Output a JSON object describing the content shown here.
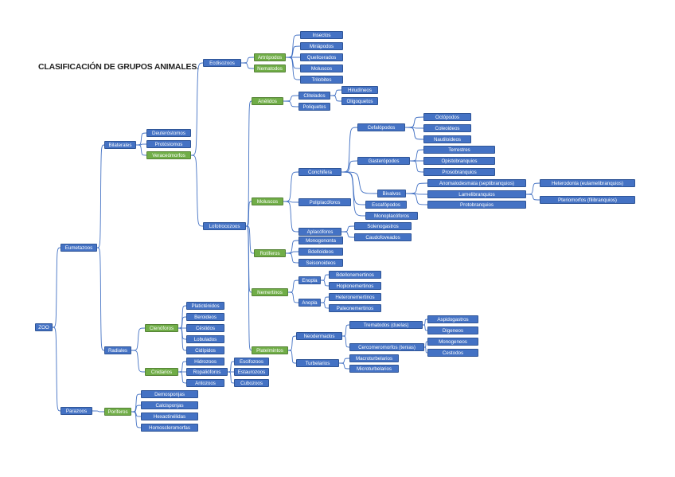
{
  "title": "CLASIFICACIÓN DE GRUPOS ANIMALES.",
  "colors": {
    "blue_node": "#4472c4",
    "green_node": "#70ad47",
    "connector": "#4472c4"
  },
  "nodes": {
    "zoo": "ZOO",
    "eumetazoos": "Eumetazoos",
    "parazoos": "Parazoos",
    "bilaterales": "Bilaterales",
    "radiales": "Radiales",
    "poriferos": "Poríferos",
    "deuterostomos": "Deuteróstomos",
    "protostomos": "Protóstomos",
    "verace": "Veraceómorfos",
    "ecdisozoos": "Ecdisozoos",
    "lofotrocozoos": "Lofotrocozoos",
    "artropodos": "Artrópodos",
    "nematodos": "Nematodos",
    "insectos": "Insectos",
    "miriapodos": "Miriápodos",
    "quelicerados": "Quelicerados",
    "moluscos_e": "Moluscos",
    "trilobites": "Trilobites",
    "anelidos": "Anélidos",
    "clitelados": "Clitelados",
    "poliquetos": "Poliquetos",
    "hirudineos": "Hirudíneos",
    "oligoquetos": "Oligoquetos",
    "moluscos": "Moluscos",
    "conchifera": "Conchifera",
    "poliplacoforos": "Poliplacóforos",
    "aplacoforos": "Aplacóforos",
    "cefalopodos": "Cefalópodos",
    "gasteropodos": "Gasterópodos",
    "bivalvos": "Bivalvos",
    "escafopodos": "Escafópodos",
    "monoplacoforos": "Monoplacóforos",
    "octopodos": "Octópodos",
    "coleoideos": "Coleoideos",
    "nautiloideos": "Nautiloideos",
    "terrestres": "Terrestres",
    "opistobranquios": "Opistobranquios",
    "prosobranquios": "Prosobranquios",
    "anomalodesmata": "Anomalodesmata (septibranquios)",
    "lamelibranquios": "Lamelibranquios",
    "protobranquios": "Protobranquios",
    "heterodonta": "Heterodonta (eulamelibranquios)",
    "pteriomorfos": "Pteriomorfos (filibranquios)",
    "solenogastros": "Solenogastros",
    "caudofoveados": "Caudofoveados",
    "rotiferos": "Rotíferos",
    "monogononta": "Monogononta",
    "bdelloideos": "Bdelloideos",
    "seisonoideos": "Seisonoideos",
    "nemertinos": "Nemertinos",
    "enopla": "Enopla",
    "anopla": "Anopla",
    "bdellonemertinos": "Bdellonemertinos",
    "hoplonemertinos": "Hoplonemertinos",
    "heteronemertinos": "Heteronemertinos",
    "paleonemertinos": "Paleonemertinos",
    "platelmintos": "Platelmintos",
    "neodermados": "Neodermados",
    "turbelarios": "Turbelarios",
    "trematodos": "Trematodos (duelas)",
    "cercomeromorfos": "Cercomeromorfos (tenias)",
    "aspidogastros": "Aspidogastros",
    "digeneos": "Digeneos",
    "monogeneos": "Monogeneos",
    "cestodos": "Cestodos",
    "macroturbelarios": "Macroturbelarios",
    "microturbelarios": "Microturbelarios",
    "ctenoforos": "Ctenóforos",
    "cnidarios": "Cnidarios",
    "platictenidos": "Platicténidos",
    "beroideos": "Beroideos",
    "cestidos": "Céstidos",
    "lobulados": "Lobulados",
    "cidipidos": "Cidípidos",
    "hidrozoos": "Hidrozoos",
    "ropaliforos": "Ropalióforos",
    "antozoos": "Antozoos",
    "escifozoos": "Escifozoos",
    "estaurozoos": "Estaurozoos",
    "cubozoos": "Cubozoos",
    "demosponjas": "Demosponjas",
    "calcisponjas": "Calcisponjas",
    "hexactinelidas": "Hexactinélidas",
    "homoscleromorfas": "Homoscleromorfas"
  }
}
